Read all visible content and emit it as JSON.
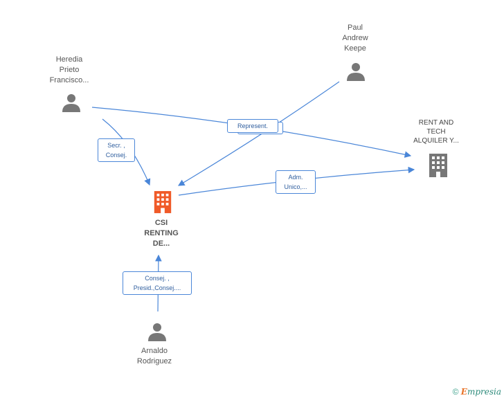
{
  "nodes": {
    "heredia": {
      "label": "Heredia\nPrieto\nFrancisco..."
    },
    "paul": {
      "label": "Paul\nAndrew\nKeepe"
    },
    "rent": {
      "label": "RENT AND\nTECH\nALQUILER Y..."
    },
    "csi": {
      "label": "CSI\nRENTING\nDE..."
    },
    "arnaldo": {
      "label": "Arnaldo\nRodriguez"
    }
  },
  "edges": {
    "heredia_csi": "Secr. ,\nConsej.",
    "paul_rep": "Represent.",
    "csi_rent": "Adm.\nUnico,...",
    "arnaldo_csi": "Consej. ,\nPresid.,Consej...."
  },
  "colors": {
    "edge": "#4a86d8",
    "person": "#777777",
    "company": "#777777",
    "highlight": "#f05a28"
  },
  "footer": {
    "copyright": "©",
    "brand_e": "E",
    "brand_rest": "mpresia"
  }
}
